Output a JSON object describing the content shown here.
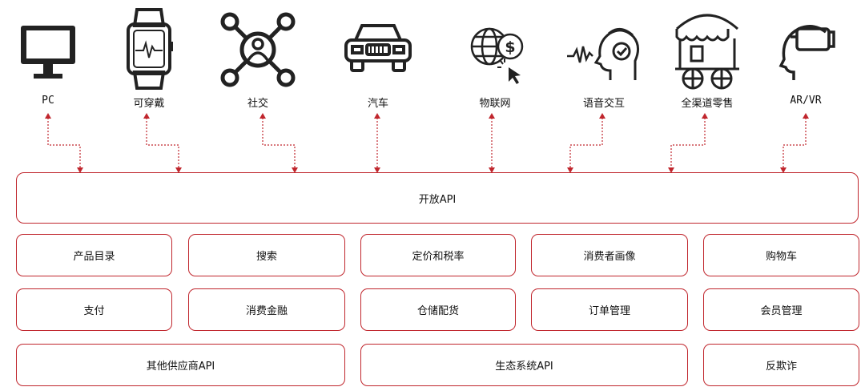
{
  "channels": [
    {
      "label": "PC",
      "icon": "monitor-icon"
    },
    {
      "label": "可穿戴",
      "icon": "smartwatch-icon"
    },
    {
      "label": "社交",
      "icon": "social-network-icon"
    },
    {
      "label": "汽车",
      "icon": "car-icon"
    },
    {
      "label": "物联网",
      "icon": "iot-globe-icon"
    },
    {
      "label": "语音交互",
      "icon": "voice-assistant-icon"
    },
    {
      "label": "全渠道零售",
      "icon": "market-stall-icon"
    },
    {
      "label": "AR/VR",
      "icon": "vr-headset-icon"
    }
  ],
  "open_api": {
    "label": "开放API"
  },
  "services": {
    "row1": [
      "产品目录",
      "搜索",
      "定价和税率",
      "消费者画像",
      "购物车"
    ],
    "row2": [
      "支付",
      "消费金融",
      "仓储配货",
      "订单管理",
      "会员管理"
    ],
    "row3": [
      "其他供应商API",
      "生态系统API",
      "反欺诈"
    ]
  },
  "colors": {
    "accent": "#c0262d",
    "icon": "#111111"
  }
}
